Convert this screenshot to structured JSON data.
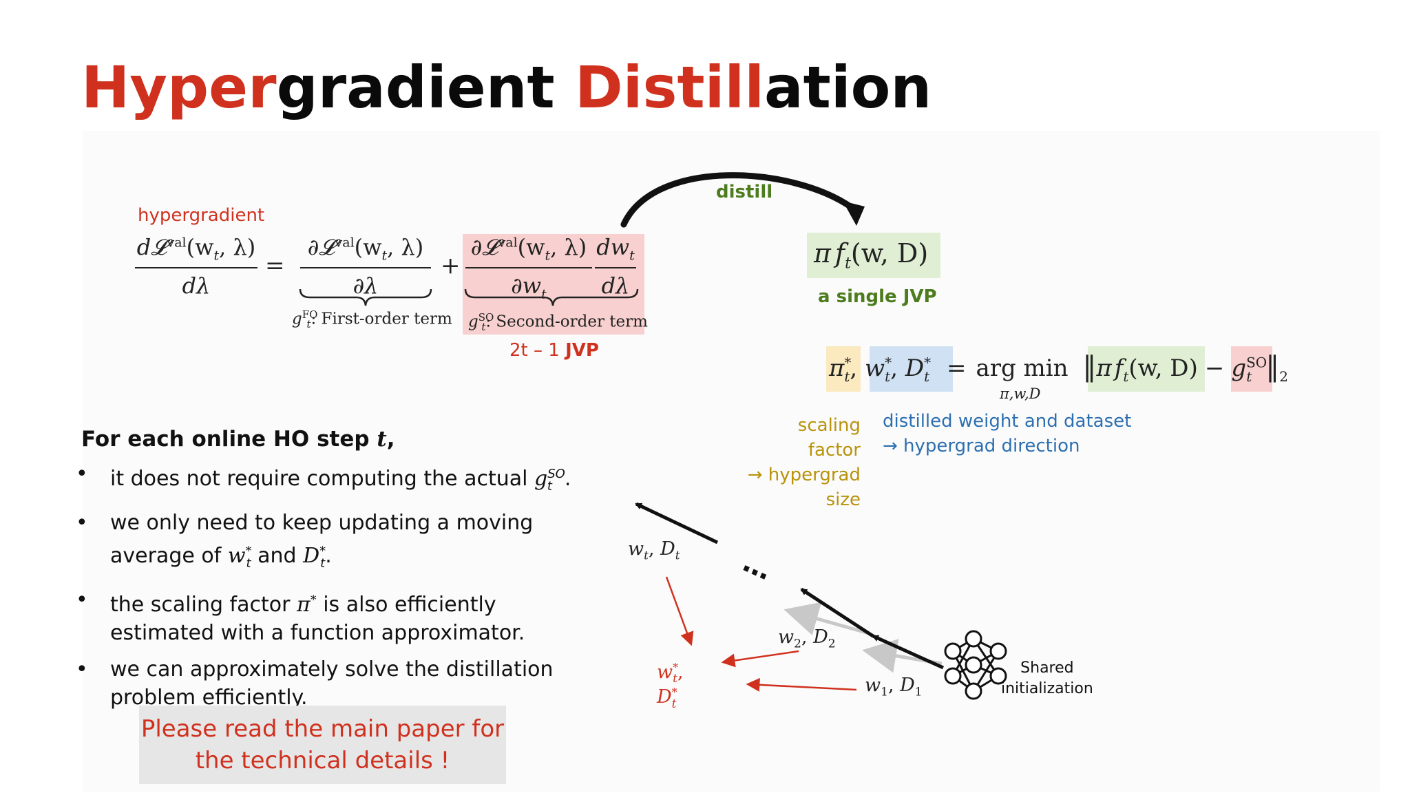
{
  "title": {
    "part1": "Hyper",
    "part2": "gradient ",
    "part3": "Distill",
    "part4": "ation"
  },
  "equation": {
    "hypergradient_label": "hypergradient",
    "lhs_num": "d𝓛",
    "lhs_sup": "val",
    "lhs_args": "(w",
    "lhs_args_sub": "t",
    "lhs_args_tail": ", λ)",
    "lhs_den": "dλ",
    "eq": "=",
    "t1_num": "∂𝓛",
    "t1_den": "∂λ",
    "plus": "+",
    "t2_den1": "∂w",
    "t2_num2": "dw",
    "t2_den2": "dλ",
    "fo_label": "g",
    "fo_sup": "FO",
    "fo_sub": "t",
    "fo_text": ": First-order term",
    "so_label": "g",
    "so_sup": "SO",
    "so_sub": "t",
    "so_text": ": Second-order term",
    "jvp_count_prefix": "2t – 1 ",
    "jvp_count_bold": "JVP"
  },
  "distill": {
    "label": "distill",
    "pf_pi": "π",
    "pf_f": "f",
    "pf_sub": "t",
    "pf_args": "(w, D)",
    "single_jvp": "a single JVP"
  },
  "argmin": {
    "pi": "π",
    "w": "w",
    "D": "D",
    "star": "*",
    "t": "t",
    "eq": "=",
    "argmin": "arg min",
    "under": "π,w,D",
    "g": "g",
    "so": "SO",
    "norm_sub": "2",
    "minus": "−",
    "scaling_line1": "scaling factor",
    "scaling_line2": "→ hypergrad size",
    "distilled_line1": "distilled weight and dataset",
    "distilled_line2": "→ hypergrad direction"
  },
  "bullets": {
    "heading": "For each online HO step ",
    "heading_t": "t",
    "heading_comma": ",",
    "dot": "•",
    "b1_a": "it does not require computing the actual ",
    "b1_g": "g",
    "b1_sup": "SO",
    "b1_sub": "t",
    "b1_end": ".",
    "b2_a": "we only need to keep updating a moving average of ",
    "b2_w": "w",
    "b2_and": " and ",
    "b2_D": "D",
    "b2_end": ".",
    "b3_a": "the scaling factor ",
    "b3_pi": "π",
    "b3_b": " is also efficiently estimated with a function approximator.",
    "b4": "we can approximately solve the distillation problem efficiently."
  },
  "note": {
    "line1": "Please read the main paper for",
    "line2": "the technical details !"
  },
  "diagram": {
    "wt_dt": "w",
    "w2_d2": "w",
    "w1_d1": "w",
    "wstar": "w",
    "ellipsis": "…",
    "shared_line1": "Shared",
    "shared_line2": "initialization",
    "colors": {
      "red": "#d0311e",
      "black": "#111111",
      "gray": "#c8c8c8"
    }
  }
}
